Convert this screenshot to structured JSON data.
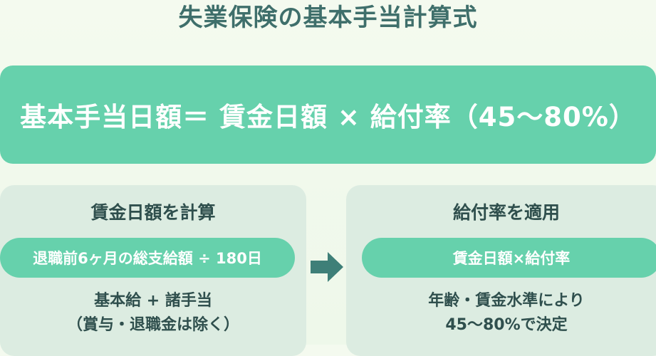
{
  "title": "失業保険の基本手当計算式",
  "formula": "基本手当日額＝ 賃金日額 × 給付率（45〜80%）",
  "steps": [
    {
      "heading": "賃金日額を計算",
      "pill": "退職前6ヶ月の総支給額 ÷ 180日",
      "note_line1": "基本給 + 諸手当",
      "note_line2": "（賞与・退職金は除く）"
    },
    {
      "heading": "給付率を適用",
      "pill": "賃金日額×給付率",
      "note_line1": "年齢・賃金水準により",
      "note_line2": "45〜80%で決定"
    }
  ],
  "colors": {
    "accent": "#66d1ac",
    "title": "#3f6f6b",
    "panel": "#dcece1",
    "arrow": "#3e7f78"
  },
  "icons": {
    "arrow": "arrow-right-icon"
  }
}
